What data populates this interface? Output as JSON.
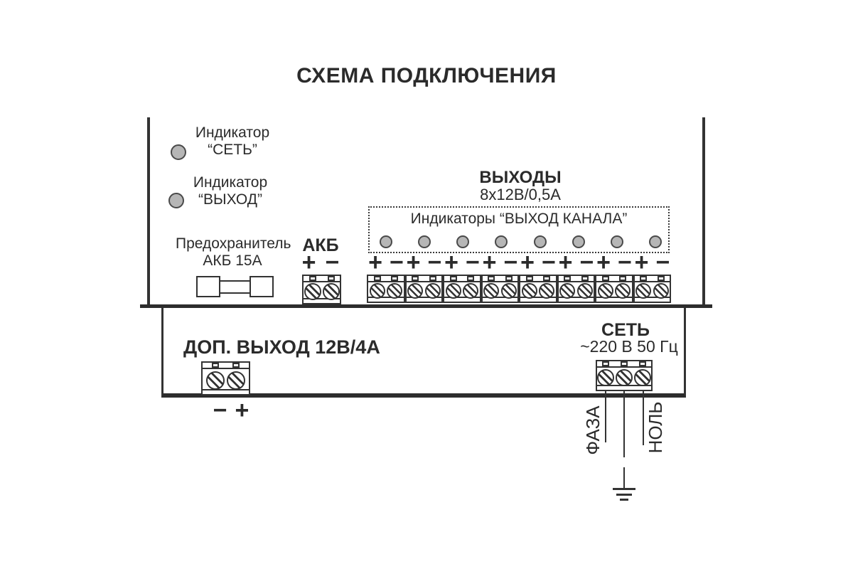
{
  "title": "СХЕМА ПОДКЛЮЧЕНИЯ",
  "colors": {
    "line": "#333333",
    "led_fill": "#b6b6b6",
    "led_stroke": "#4a4a4a",
    "text": "#2b2b2b"
  },
  "indicators": [
    {
      "line1": "Индикатор",
      "line2": "“СЕТЬ”"
    },
    {
      "line1": "Индикатор",
      "line2": "“ВЫХОД”"
    }
  ],
  "fuse": {
    "line1": "Предохранитель",
    "line2": "АКБ 15А"
  },
  "battery": {
    "label": "АКБ",
    "plus": "+",
    "minus": "−"
  },
  "outputs": {
    "title": "ВЫХОДЫ",
    "subtitle": "8x12В/0,5А",
    "indicator_caption": "Индикаторы “ВЫХОД КАНАЛА”",
    "channel_count": 8,
    "plus": "+",
    "minus": "−"
  },
  "aux_output": {
    "label": "ДОП. ВЫХОД 12В/4А",
    "minus": "−",
    "plus": "+"
  },
  "mains": {
    "label": "СЕТЬ",
    "rating": "~220 В 50 Гц",
    "phase": "ФАЗА",
    "neutral": "НОЛЬ"
  }
}
